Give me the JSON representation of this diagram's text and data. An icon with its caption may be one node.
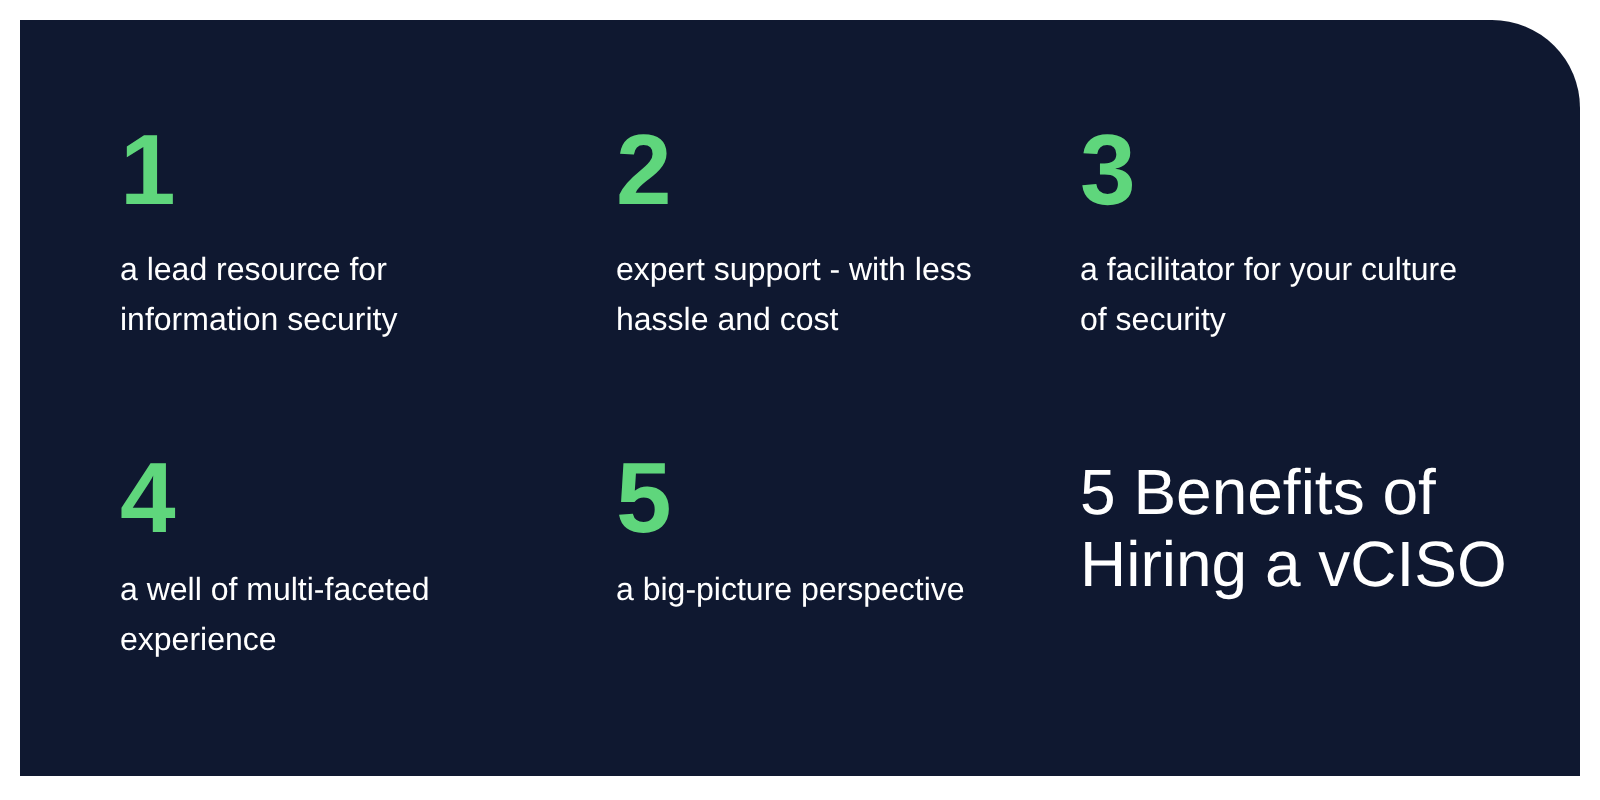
{
  "diagram": {
    "title": "5 Benefits of Hiring a vCISO",
    "labels": [
      "1",
      "a lead resource for information security",
      "2",
      "expert support - with less hassle and cost",
      "3",
      "a facilitator for your culture of security",
      "4",
      "a well of multi-faceted experience",
      "5",
      "a big-picture perspective"
    ]
  }
}
